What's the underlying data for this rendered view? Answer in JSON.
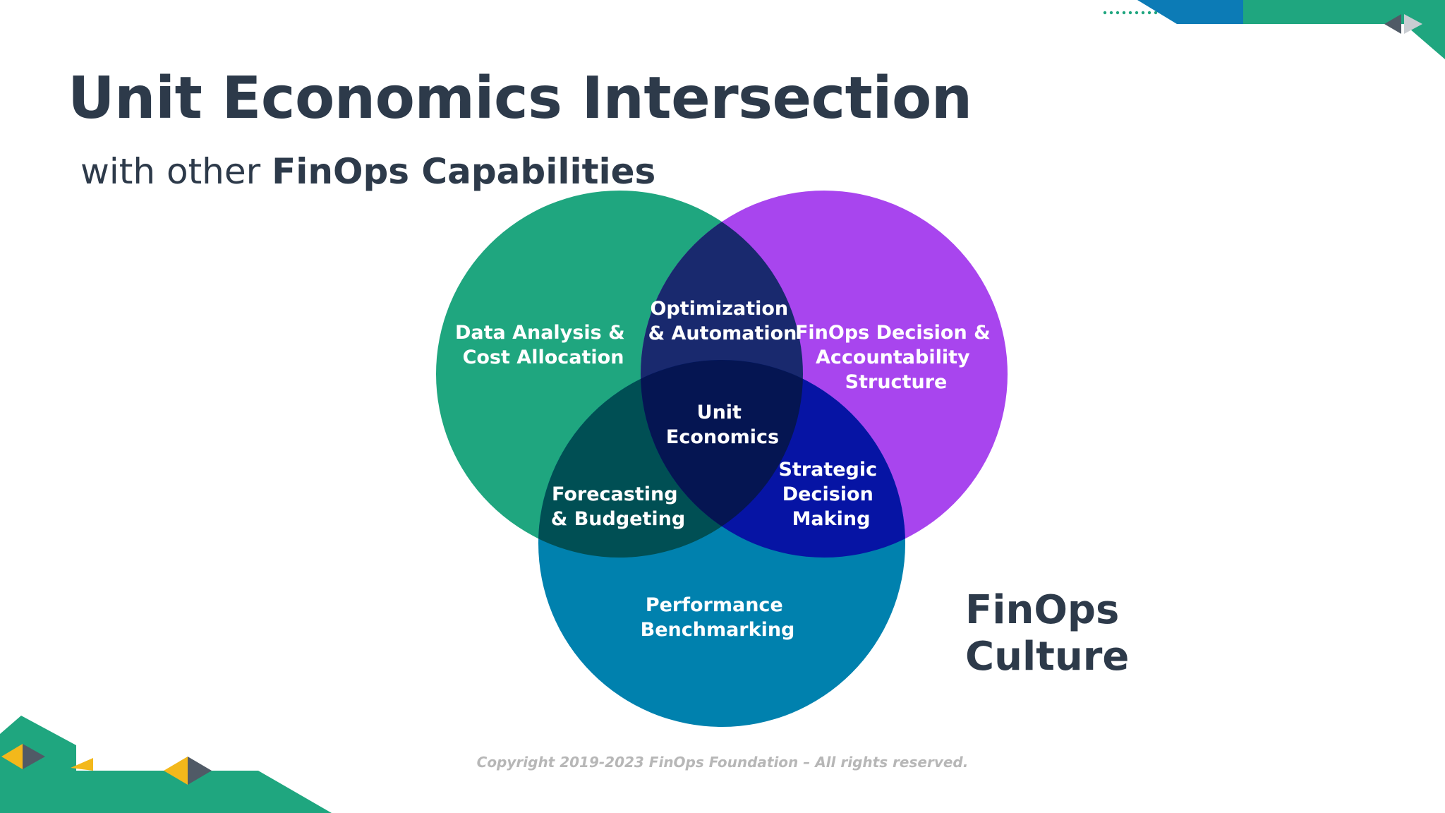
{
  "slide": {
    "title": "Unit Economics Intersection",
    "subtitle_prefix": "with other ",
    "subtitle_emphasis": "FinOps Capabilities",
    "culture_label": [
      "FinOps",
      "Culture"
    ],
    "copyright": "Copyright 2019-2023 FinOps Foundation – All rights reserved."
  },
  "venn": {
    "sets": [
      {
        "name": "data-analysis-circle",
        "label": [
          "Data Analysis &",
          "Cost Allocation"
        ],
        "color": "#1fa67f"
      },
      {
        "name": "decision-accountability-circle",
        "label": [
          "FinOps Decision &",
          "Accountability",
          "Structure"
        ],
        "color": "#a845ee"
      },
      {
        "name": "performance-benchmarking-circle",
        "label": [
          "Performance",
          "Benchmarking"
        ],
        "color": "#0081ae"
      }
    ],
    "intersections": [
      {
        "sets": [
          "data-analysis-circle",
          "decision-accountability-circle"
        ],
        "label": [
          "Optimization",
          "& Automation"
        ],
        "color": "#19296e"
      },
      {
        "sets": [
          "data-analysis-circle",
          "performance-benchmarking-circle"
        ],
        "label": [
          "Forecasting",
          "& Budgeting"
        ],
        "color": "#004f54"
      },
      {
        "sets": [
          "decision-accountability-circle",
          "performance-benchmarking-circle"
        ],
        "label": [
          "Strategic",
          "Decision",
          "Making"
        ],
        "color": "#0614a4"
      },
      {
        "sets": [
          "data-analysis-circle",
          "decision-accountability-circle",
          "performance-benchmarking-circle"
        ],
        "label": [
          "Unit",
          "Economics"
        ],
        "color": "#051552"
      }
    ]
  },
  "colors": {
    "title": "#2d3a4a",
    "decoration_green": "#1fa67f",
    "decoration_blue": "#0c7bb6",
    "decoration_yellow": "#f3b81b",
    "decoration_gray": "#505a66",
    "copyright": "#b7b7b7"
  }
}
